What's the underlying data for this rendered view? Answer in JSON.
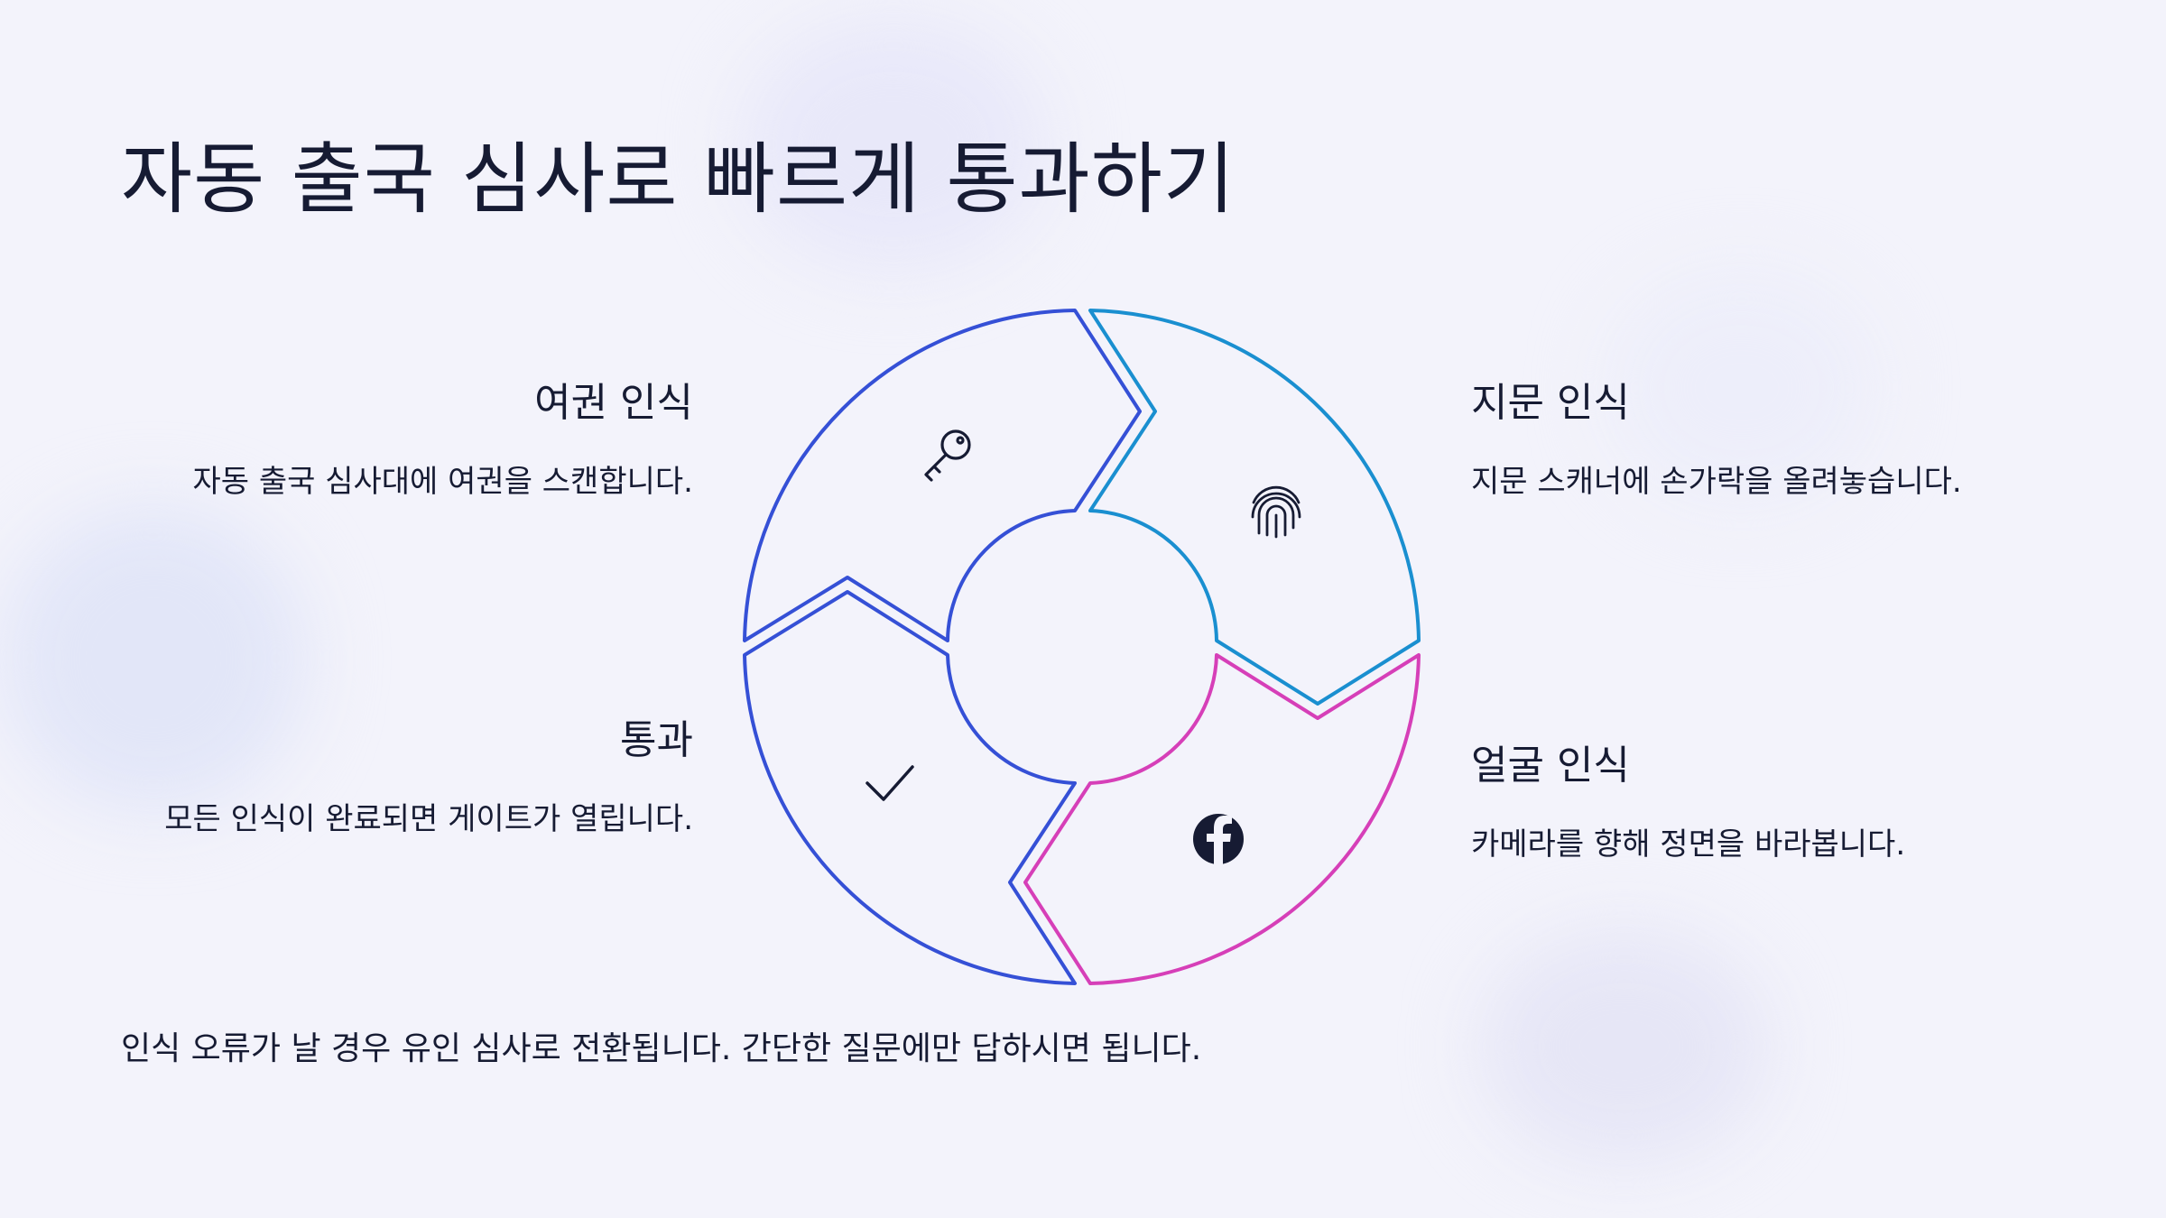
{
  "title": "자동 출국 심사로 빠르게 통과하기",
  "steps": [
    {
      "title": "여권 인식",
      "description": "자동 출국 심사대에 여권을 스캔합니다.",
      "icon": "key-icon",
      "color": "#3550d6"
    },
    {
      "title": "지문 인식",
      "description": "지문 스캐너에 손가락을 올려놓습니다.",
      "icon": "fingerprint-icon",
      "color": "#1a8fd0"
    },
    {
      "title": "얼굴 인식",
      "description": "카메라를 향해 정면을 바라봅니다.",
      "icon": "facebook-icon",
      "color": "#d63fb8"
    },
    {
      "title": "통과",
      "description": "모든 인식이 완료되면 게이트가 열립니다.",
      "icon": "check-icon",
      "color": "#3550d6"
    }
  ],
  "footer": "인식 오류가 날 경우 유인 심사로 전환됩니다. 간단한 질문에만 답하시면 됩니다."
}
